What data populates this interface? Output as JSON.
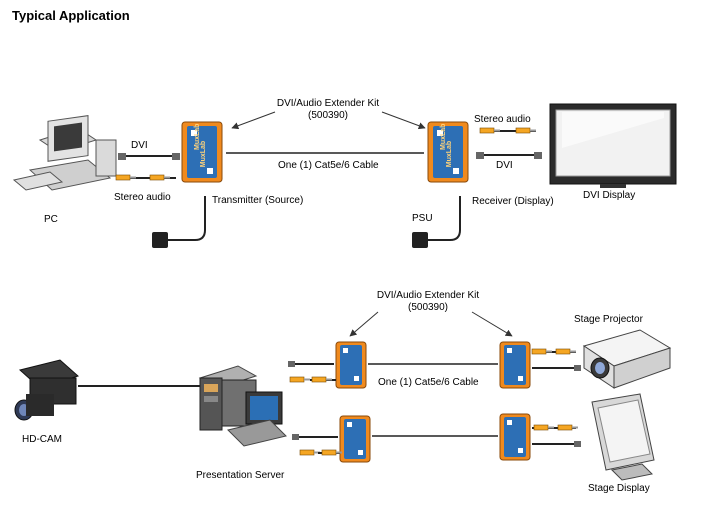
{
  "title": "Typical Application",
  "top": {
    "kit_label": "DVI/Audio Extender Kit",
    "kit_part": "(500390)",
    "cable_label": "One (1) Cat5e/6 Cable",
    "pc_label": "PC",
    "dvi_left": "DVI",
    "stereo_left": "Stereo audio",
    "transmitter_label": "Transmitter (Source)",
    "stereo_right": "Stereo audio",
    "dvi_right": "DVI",
    "psu_label": "PSU",
    "receiver_label": "Receiver (Display)",
    "display_label": "DVI Display",
    "brand": "MuxLab"
  },
  "bottom": {
    "kit_label": "DVI/Audio Extender Kit",
    "kit_part": "(500390)",
    "cable_label": "One (1) Cat5e/6 Cable",
    "hdcam_label": "HD-CAM",
    "server_label": "Presentation Server",
    "projector_label": "Stage Projector",
    "stage_display_label": "Stage Display"
  },
  "colors": {
    "device_orange": "#f08a1e",
    "device_blue": "#2d6fb5",
    "audio_plug": "#f5a623",
    "cable": "#222222"
  }
}
